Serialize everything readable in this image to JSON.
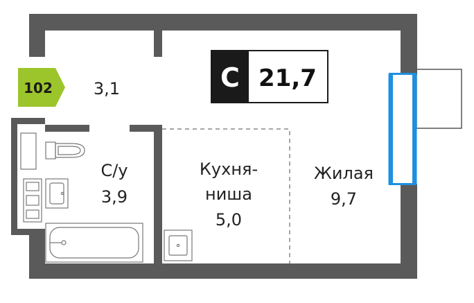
{
  "plan": {
    "apartment_number": "102",
    "type_letter": "С",
    "total_area": "21,7",
    "rooms": {
      "hall": {
        "area": "3,1"
      },
      "bathroom": {
        "name": "С/у",
        "area": "3,9"
      },
      "kitchen": {
        "name_line1": "Кухня-",
        "name_line2": "ниша",
        "area": "5,0"
      },
      "living": {
        "name": "Жилая",
        "area": "9,7"
      }
    },
    "colors": {
      "wall": "#5a5a5a",
      "badge": "#9cc52b",
      "window": "#1e90e0",
      "type_box": "#1a1a1a"
    }
  }
}
